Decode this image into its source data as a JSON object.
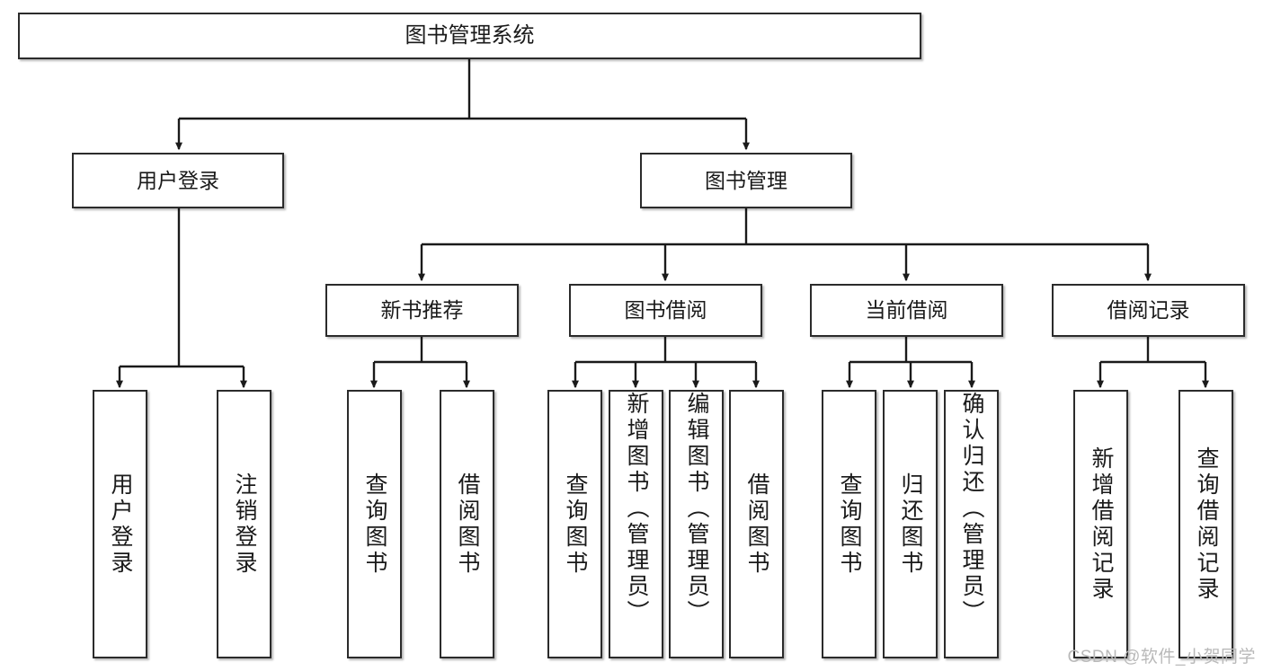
{
  "diagram": {
    "title": "图书管理系统",
    "type": "tree-hierarchy-chart",
    "watermark": "CSDN @软件_小贺同学",
    "colors": {
      "box_border": "#2b2b2b",
      "box_fill": "#ffffff",
      "edge": "#1a1a1a",
      "text": "#1a1a1a",
      "watermark": "#b9b9b9"
    },
    "levels": {
      "root": {
        "label": "图书管理系统"
      },
      "level2": [
        {
          "id": "user-login",
          "label": "用户登录"
        },
        {
          "id": "book-management",
          "label": "图书管理"
        }
      ],
      "level3": [
        {
          "id": "new-book-recommend",
          "label": "新书推荐"
        },
        {
          "id": "book-borrow",
          "label": "图书借阅"
        },
        {
          "id": "current-borrow",
          "label": "当前借阅"
        },
        {
          "id": "borrow-record",
          "label": "借阅记录"
        }
      ],
      "level4": {
        "user-login": [
          {
            "id": "leaf-user-login",
            "label": "用户登录"
          },
          {
            "id": "leaf-logout-login",
            "label": "注销登录"
          }
        ],
        "new-book-recommend": [
          {
            "id": "leaf-query-book-1",
            "label": "查询图书"
          },
          {
            "id": "leaf-borrow-book-1",
            "label": "借阅图书"
          }
        ],
        "book-borrow": [
          {
            "id": "leaf-query-book-2",
            "label": "查询图书"
          },
          {
            "id": "leaf-add-book",
            "label": "新增图书（管理员）"
          },
          {
            "id": "leaf-edit-book",
            "label": "编辑图书（管理员）"
          },
          {
            "id": "leaf-borrow-book-2",
            "label": "借阅图书"
          }
        ],
        "current-borrow": [
          {
            "id": "leaf-query-book-3",
            "label": "查询图书"
          },
          {
            "id": "leaf-return-book",
            "label": "归还图书"
          },
          {
            "id": "leaf-confirm-return",
            "label": "确认归还（管理员）"
          }
        ],
        "borrow-record": [
          {
            "id": "leaf-add-record",
            "label": "新增借阅记录"
          },
          {
            "id": "leaf-query-record",
            "label": "查询借阅记录"
          }
        ]
      }
    }
  }
}
